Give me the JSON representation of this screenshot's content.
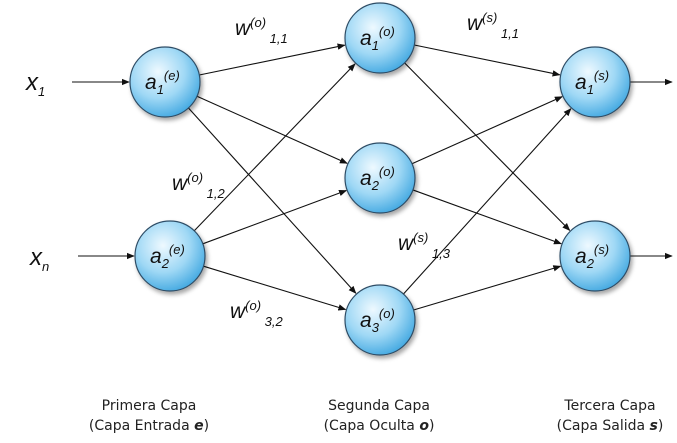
{
  "inputs": [
    {
      "base": "x",
      "sub": "1"
    },
    {
      "base": "x",
      "sub": "n"
    }
  ],
  "neurons": {
    "entrada": [
      {
        "base": "a",
        "sub": "1",
        "sup": "(e)"
      },
      {
        "base": "a",
        "sub": "2",
        "sup": "(e)"
      }
    ],
    "oculta": [
      {
        "base": "a",
        "sub": "1",
        "sup": "(o)"
      },
      {
        "base": "a",
        "sub": "2",
        "sup": "(o)"
      },
      {
        "base": "a",
        "sub": "3",
        "sup": "(o)"
      }
    ],
    "salida": [
      {
        "base": "a",
        "sub": "1",
        "sup": "(s)"
      },
      {
        "base": "a",
        "sub": "2",
        "sup": "(s)"
      }
    ]
  },
  "weights": [
    {
      "base": "w",
      "sup": "(o)",
      "sub": "1,1"
    },
    {
      "base": "w",
      "sup": "(o)",
      "sub": "1,2"
    },
    {
      "base": "w",
      "sup": "(o)",
      "sub": "3,2"
    },
    {
      "base": "w",
      "sup": "(s)",
      "sub": "1,1"
    },
    {
      "base": "w",
      "sup": "(s)",
      "sub": "1,3"
    }
  ],
  "captions": {
    "entrada": {
      "line1": "Primera Capa",
      "line2_prefix": "(Capa Entrada ",
      "line2_bold": "e",
      "line2_suffix": ")"
    },
    "oculta": {
      "line1": "Segunda Capa",
      "line2_prefix": "(Capa Oculta ",
      "line2_bold": "o",
      "line2_suffix": ")"
    },
    "salida": {
      "line1": "Tercera Capa",
      "line2_prefix": "(Capa Salida ",
      "line2_bold": "s",
      "line2_suffix": ")"
    }
  },
  "colors": {
    "node_fill_light": "#e6f7ff",
    "node_fill_dark": "#57b8ea",
    "node_stroke": "#2f4d66",
    "edge": "#111111"
  }
}
